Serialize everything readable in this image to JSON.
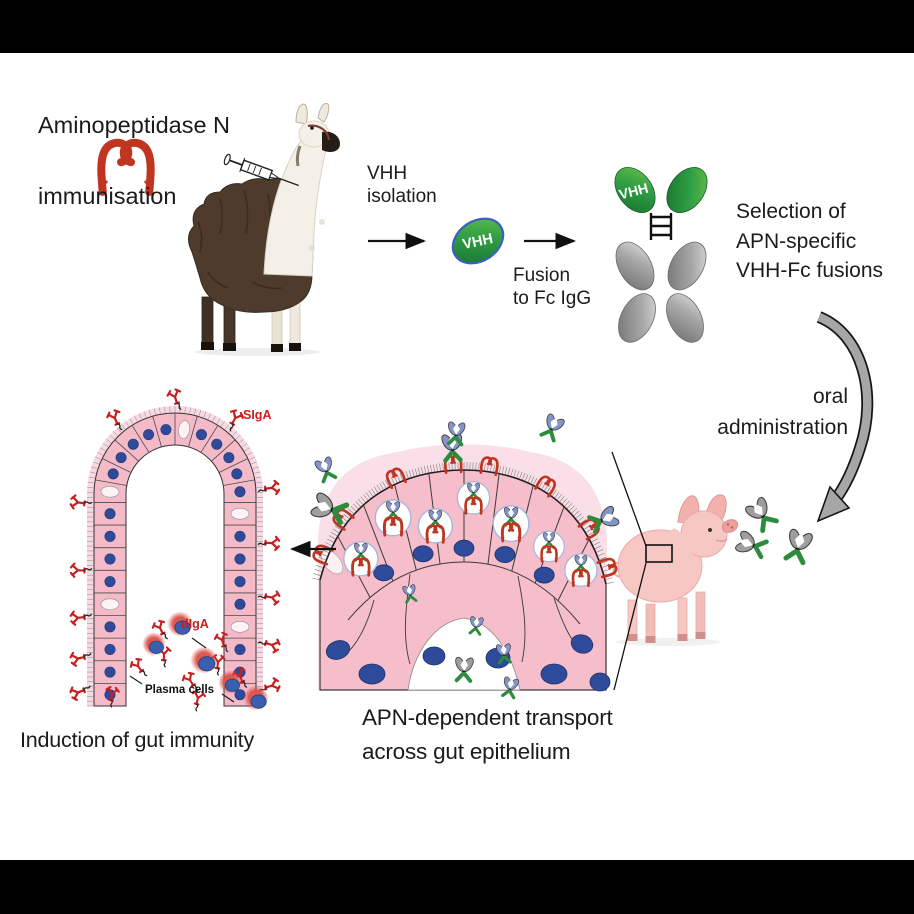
{
  "page": {
    "background": "#ffffff",
    "letterbox_color": "#000000"
  },
  "steps": {
    "immunisation": {
      "antigen_label": "Aminopeptidase N",
      "action_label": "immunisation"
    },
    "isolation": {
      "label": "VHH\nisolation",
      "vhh_tag": "VHH"
    },
    "fusion": {
      "label": "Fusion\nto Fc IgG",
      "vhh_tag": "VHH"
    },
    "selection": {
      "label": "Selection of\nAPN-specific\nVHH-Fc fusions"
    },
    "oral": {
      "label": "oral\nadministration"
    },
    "transport": {
      "caption": "APN-dependent transport\nacross gut epithelium"
    },
    "immunity": {
      "caption": "Induction of gut immunity",
      "siga": "SIgA",
      "diga": "dIgA",
      "plasma": "Plasma cells"
    }
  },
  "colors": {
    "vhh_green": "#2f9e44",
    "fc_gray": "#9e9e9e",
    "apn_red": "#bf3520",
    "iga_red": "#c81e1e",
    "cell_pink": "#f6bdca",
    "nucleus_blue": "#2e4a9b"
  },
  "icons": [
    "apn-receptor-icon",
    "syringe-icon",
    "llama-illustration",
    "vhh-domain-icon",
    "vhh-fc-antibody-icon",
    "flow-arrow-icon",
    "curved-arrow-icon",
    "piglet-illustration",
    "gut-epithelium-illustration",
    "transcytosis-vesicle-icon",
    "villus-illustration",
    "iga-antibody-icon",
    "plasma-cell-icon"
  ]
}
